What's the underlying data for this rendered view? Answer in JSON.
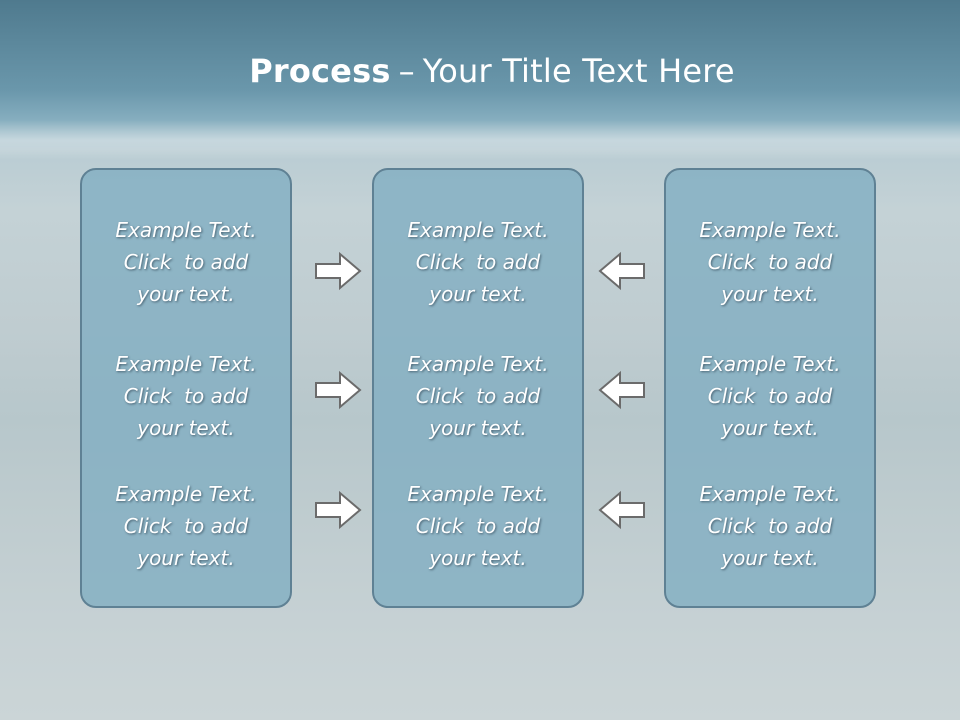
{
  "slide": {
    "title_bold": "Process",
    "title_dash": "–",
    "title_rest": "Your Title Text Here"
  },
  "columns": [
    {
      "items": [
        {
          "l1": "Example Text.",
          "l2": "Click  to add",
          "l3": "your text."
        },
        {
          "l1": "Example Text.",
          "l2": "Click  to add",
          "l3": "your text."
        },
        {
          "l1": "Example Text.",
          "l2": "Click  to add",
          "l3": "your text."
        }
      ]
    },
    {
      "items": [
        {
          "l1": "Example Text.",
          "l2": "Click  to add",
          "l3": "your text."
        },
        {
          "l1": "Example Text.",
          "l2": "Click  to add",
          "l3": "your text."
        },
        {
          "l1": "Example Text.",
          "l2": "Click  to add",
          "l3": "your text."
        }
      ]
    },
    {
      "items": [
        {
          "l1": "Example Text.",
          "l2": "Click  to add",
          "l3": "your text."
        },
        {
          "l1": "Example Text.",
          "l2": "Click  to add",
          "l3": "your text."
        },
        {
          "l1": "Example Text.",
          "l2": "Click  to add",
          "l3": "your text."
        }
      ]
    }
  ],
  "arrows": {
    "left_group": [
      "arrow-right-icon",
      "arrow-right-icon",
      "arrow-right-icon"
    ],
    "right_group": [
      "arrow-left-icon",
      "arrow-left-icon",
      "arrow-left-icon"
    ]
  },
  "colors": {
    "panel_fill": "#83aec2",
    "panel_border": "#5f8194",
    "arrow_fill": "#ffffff",
    "arrow_stroke": "#6b6b6b"
  }
}
